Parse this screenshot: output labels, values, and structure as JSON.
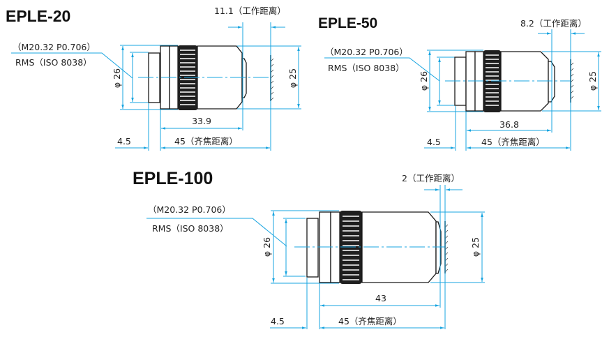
{
  "diagrams": [
    {
      "id": "eple20",
      "title": "EPLE-20",
      "thread_spec": "（M20.32 P0.706）",
      "thread_std": "RMS（ISO 8038）",
      "outer_diameter": "φ 26",
      "front_diameter": "φ 25",
      "working_distance": "11.1（工作距离）",
      "length": "33.9",
      "parfocal": "45（齐焦距离）",
      "thread_offset": "4.5"
    },
    {
      "id": "eple50",
      "title": "EPLE-50",
      "thread_spec": "（M20.32 P0.706）",
      "thread_std": "RMS（ISO 8038）",
      "outer_diameter": "φ 26",
      "front_diameter": "φ 25",
      "working_distance": "8.2（工作距离）",
      "length": "36.8",
      "parfocal": "45（齐焦距离）",
      "thread_offset": "4.5"
    },
    {
      "id": "eple100",
      "title": "EPLE-100",
      "thread_spec": "（M20.32 P0.706）",
      "thread_std": "RMS（ISO 8038）",
      "outer_diameter": "φ 26",
      "front_diameter": "φ 25",
      "working_distance": "2（工作距离）",
      "length": "43",
      "parfocal": "45（齐焦距离）",
      "thread_offset": "4.5"
    }
  ],
  "colors": {
    "dimension": "#17a4e0",
    "outline": "#1a1a1a",
    "knurl": "#1f1f1f"
  }
}
